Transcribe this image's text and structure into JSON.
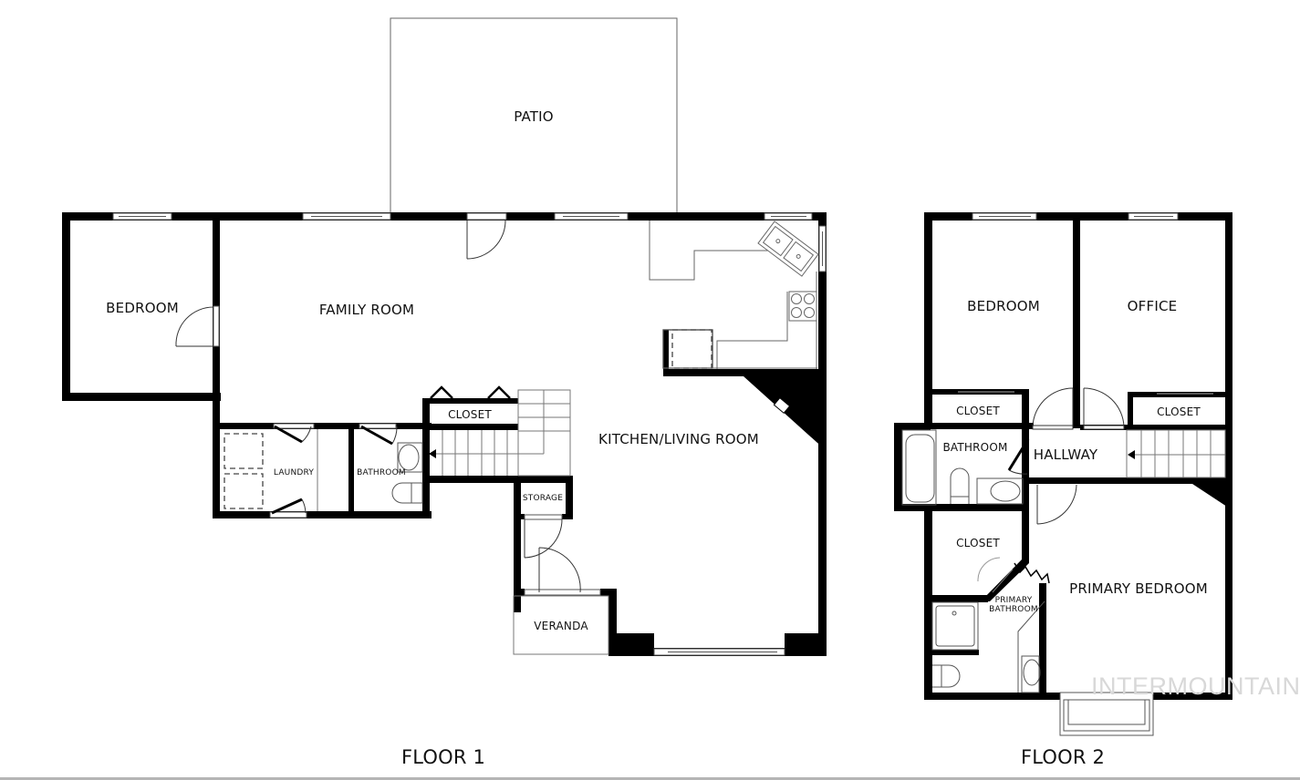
{
  "floors": [
    {
      "label": "FLOOR 1",
      "rooms": [
        {
          "name": "PATIO"
        },
        {
          "name": "BEDROOM"
        },
        {
          "name": "FAMILY ROOM"
        },
        {
          "name": "CLOSET"
        },
        {
          "name": "LAUNDRY"
        },
        {
          "name": "BATHROOM"
        },
        {
          "name": "STORAGE"
        },
        {
          "name": "KITCHEN/LIVING ROOM"
        },
        {
          "name": "VERANDA"
        }
      ]
    },
    {
      "label": "FLOOR 2",
      "rooms": [
        {
          "name": "BEDROOM"
        },
        {
          "name": "OFFICE"
        },
        {
          "name": "CLOSET"
        },
        {
          "name": "CLOSET"
        },
        {
          "name": "BATHROOM"
        },
        {
          "name": "HALLWAY"
        },
        {
          "name": "CLOSET"
        },
        {
          "name": "PRIMARY BEDROOM"
        },
        {
          "name": "PRIMARY BATHROOM",
          "lines": [
            "PRIMARY",
            "BATHROOM"
          ]
        }
      ]
    }
  ],
  "watermark": "INTERMOUNTAIN",
  "colors": {
    "wall": "#000000",
    "fixture_line": "#555555",
    "background": "#ffffff",
    "watermark": "#d8d8d8",
    "bottom_rule": "#b5b5b5"
  }
}
